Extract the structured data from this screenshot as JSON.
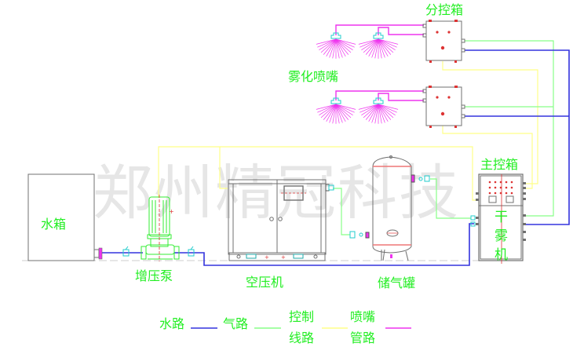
{
  "watermark": "郑州精冠科技",
  "colors": {
    "water": "#3333dd",
    "air": "#88ff88",
    "control": "#ffff88",
    "nozzle": "#ee33ee",
    "label": "#22ee22",
    "equipment": "#808080",
    "fitting": "#22cccc",
    "marker": "#dd3333"
  },
  "components": {
    "water_tank": "水箱",
    "booster_pump": "增压泵",
    "air_compressor": "空压机",
    "air_tank": "储气罐",
    "main_control_box": "主控箱",
    "dry_fog_machine": [
      "干",
      "雾",
      "机"
    ],
    "sub_control_box": "分控箱",
    "atomizing_nozzle": "雾化喷嘴"
  },
  "legend": [
    {
      "label": [
        "水路"
      ],
      "line": "water"
    },
    {
      "label": [
        "气路"
      ],
      "line": "air"
    },
    {
      "label": [
        "控制",
        "线路"
      ],
      "line": "control"
    },
    {
      "label": [
        "喷嘴",
        "管路"
      ],
      "line": "nozzle"
    }
  ]
}
